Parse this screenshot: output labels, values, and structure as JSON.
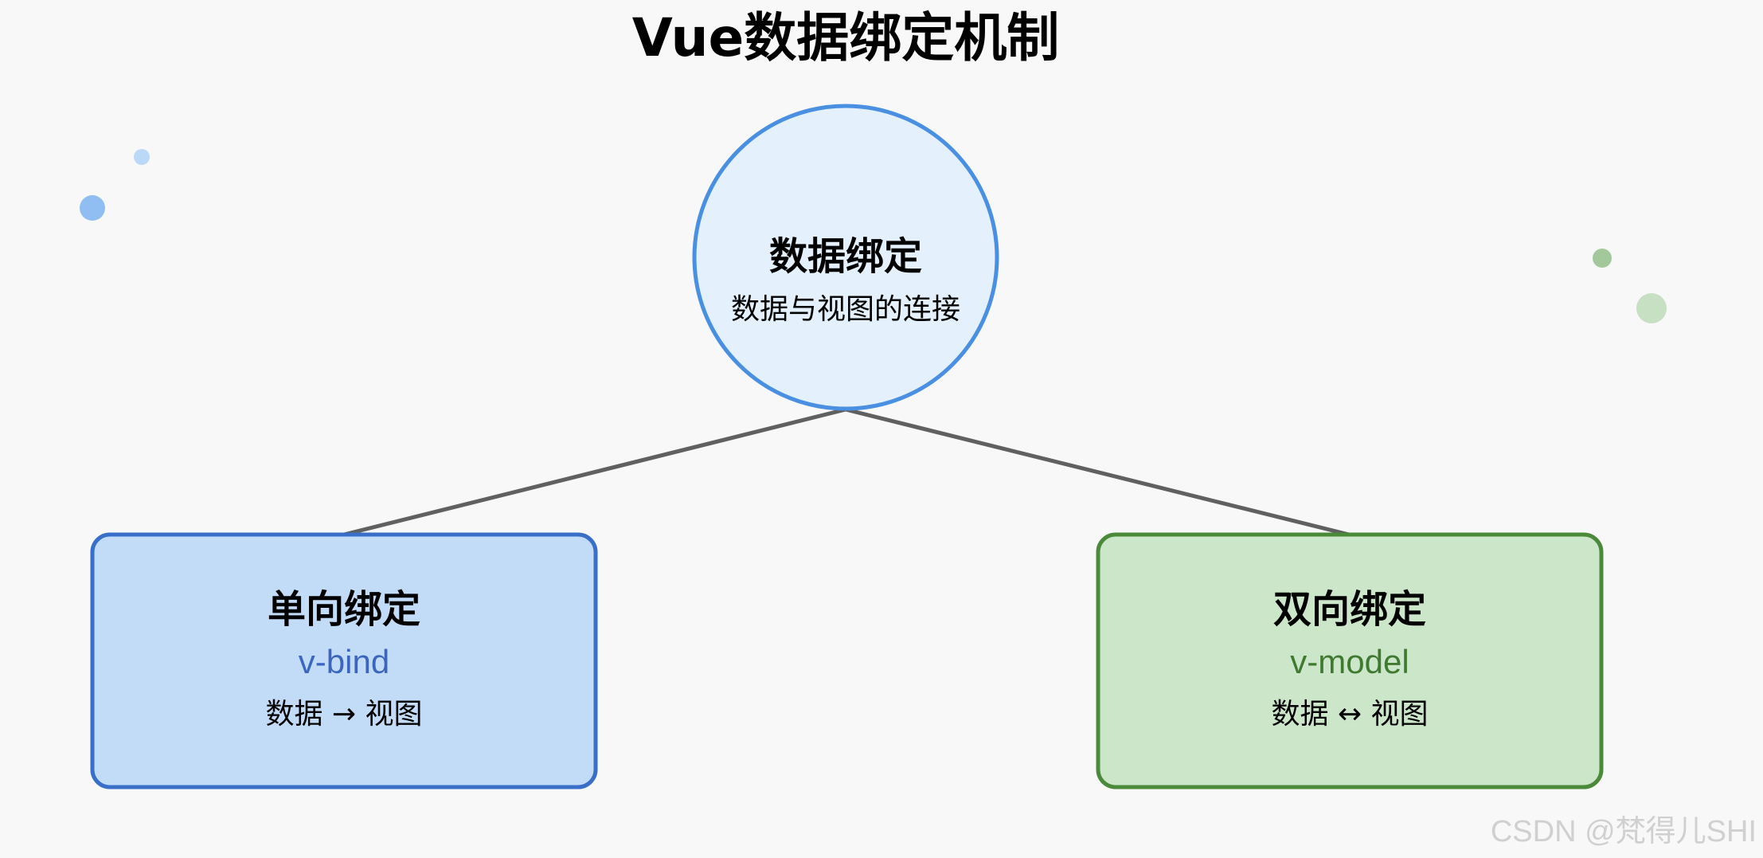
{
  "title": "Vue数据绑定机制",
  "root": {
    "title": "数据绑定",
    "subtitle": "数据与视图的连接"
  },
  "left_node": {
    "title": "单向绑定",
    "directive": "v-bind",
    "flow": "数据 → 视图"
  },
  "right_node": {
    "title": "双向绑定",
    "directive": "v-model",
    "flow": "数据 ↔ 视图"
  },
  "watermark": "CSDN @梵得儿SHI",
  "colors": {
    "background": "#f8f8f8",
    "root_fill": "#e4f1fd",
    "root_stroke": "#4a90e2",
    "left_fill": "#c2dcf8",
    "left_stroke": "#3a6fc9",
    "left_text": "#3a66c0",
    "right_fill": "#cce6ca",
    "right_stroke": "#4a8a3a",
    "right_text": "#3f7a30",
    "connector": "#606060",
    "dot_blue": "#90bdf2",
    "dot_blue_light": "#bcd8f7",
    "dot_green": "#a2c89c",
    "dot_green_light": "#c7dfc3"
  }
}
